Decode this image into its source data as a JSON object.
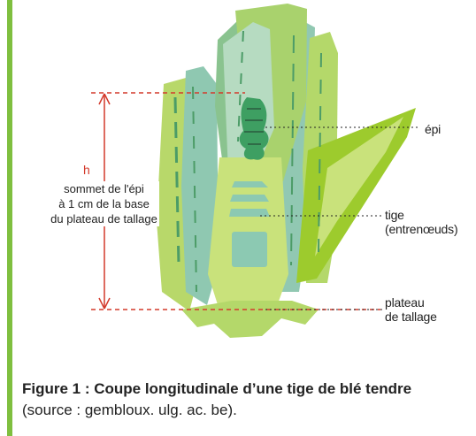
{
  "diagram": {
    "h_label": "h",
    "h_description": [
      "sommet de l'épi",
      "à 1 cm de la base",
      "du plateau de tallage"
    ],
    "labels": {
      "epi": "épi",
      "tige": [
        "tige",
        "(entrenœuds)"
      ],
      "plateau": [
        "plateau",
        "de tallage"
      ]
    }
  },
  "caption": {
    "bold": "Figure 1 : Coupe longitudinale d’une tige de blé tendre",
    "normal": " (source : gembloux. ulg. ac. be)."
  },
  "colors": {
    "accent_bar": "#7fbf3f",
    "measure_line": "#d33a2c",
    "leaf_outer": "#9ac81f",
    "leaf_inner": "#7cbca5",
    "stem": "#c9e27b",
    "core": "#8cc9b2",
    "spike": "#3e9f62"
  }
}
